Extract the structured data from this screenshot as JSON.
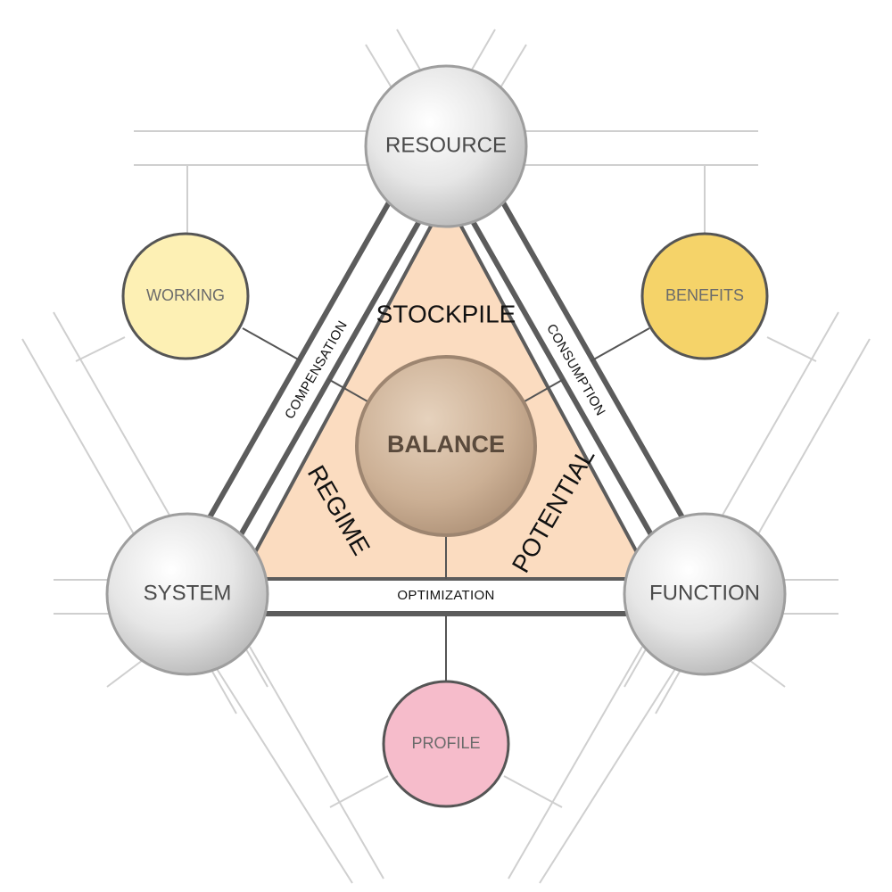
{
  "nodes": {
    "resource": "RESOURCE",
    "system": "SYSTEM",
    "function": "FUNCTION"
  },
  "satellites": {
    "working": "WORKING",
    "benefits": "BENEFITS",
    "profile": "PROFILE"
  },
  "edges": {
    "compensation": "COMPENSATION",
    "consumption": "CONSUMPTION",
    "optimization": "OPTIMIZATION"
  },
  "regions": {
    "stockpile": "STOCKPILE",
    "regime": "REGIME",
    "potential": "POTENTIAL"
  },
  "center": "BALANCE",
  "colors": {
    "triangle_fill": "#fbdcc0",
    "frame_gray": "#5c5c5c",
    "working_fill": "#fdf0b4",
    "benefits_fill": "#f5d369",
    "profile_fill": "#f6bccb",
    "node_gray": "#d9d9d9",
    "balance_fill": "#c8ab90"
  }
}
